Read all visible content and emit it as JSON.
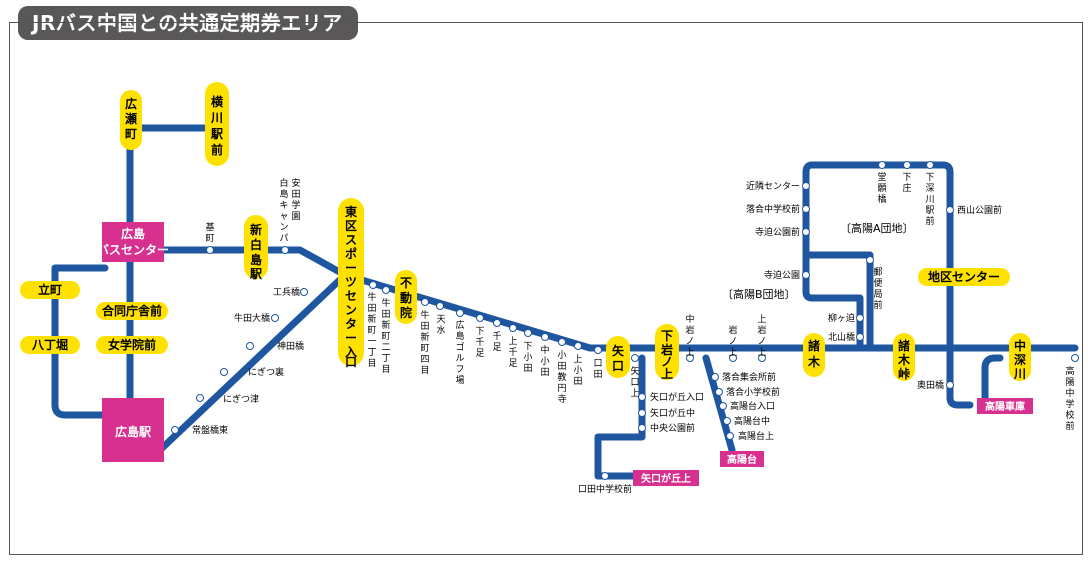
{
  "title": "JRバス中国との共通定期券エリア",
  "colors": {
    "line": "#1f56a0",
    "yellow": "#ffe100",
    "magenta": "#d8308e",
    "frame": "#595757",
    "stop": "#ffffff"
  },
  "hubs": [
    "広島バスセンター",
    "広島駅"
  ],
  "yellow_labels_horizontal": [
    "立町",
    "八丁堀",
    "合同庁舎前",
    "女学院前",
    "地区センター"
  ],
  "yellow_labels_vertical": [
    "広瀬町",
    "横川駅前",
    "新白島駅",
    "東区スポーツセンター入口",
    "不動院",
    "矢口",
    "下岩ノ上",
    "諸木",
    "諸木峠",
    "中深川"
  ],
  "magenta_labels": [
    "矢口が丘上",
    "高陽台",
    "高陽車庫"
  ],
  "area_labels": [
    "〔高陽A団地〕",
    "〔高陽B団地〕"
  ],
  "stops_horizontal": [
    "近隣センター",
    "落合中学校前",
    "寺迫公園前",
    "寺迫公園",
    "柳ヶ迫",
    "北山橋",
    "西山公園前",
    "奥田橋",
    "工兵橋",
    "牛田大橋",
    "神田橋",
    "にぎつ裏",
    "にぎつ津",
    "常盤橋東",
    "矢口が丘入口",
    "矢口が丘中",
    "中央公園前",
    "口田中学校前",
    "落合集会所前",
    "落合小学校前",
    "高陽台入口",
    "高陽台中",
    "高陽台上"
  ],
  "stops_vertical": [
    "基町",
    "安田学園",
    "白島キャンパス",
    "牛田新町一丁目",
    "牛田新町二丁目",
    "牛田新町四丁目",
    "天水",
    "広島ゴルフ場",
    "下千足",
    "千足",
    "上千足",
    "下小田",
    "中小田",
    "小田教円寺",
    "上小田",
    "口田",
    "矢口上",
    "中岩ノ上",
    "岩ノ上",
    "上岩ノ上",
    "堂願橋",
    "下庄",
    "下深川駅前",
    "郵便局前",
    "高陽中学校前"
  ]
}
